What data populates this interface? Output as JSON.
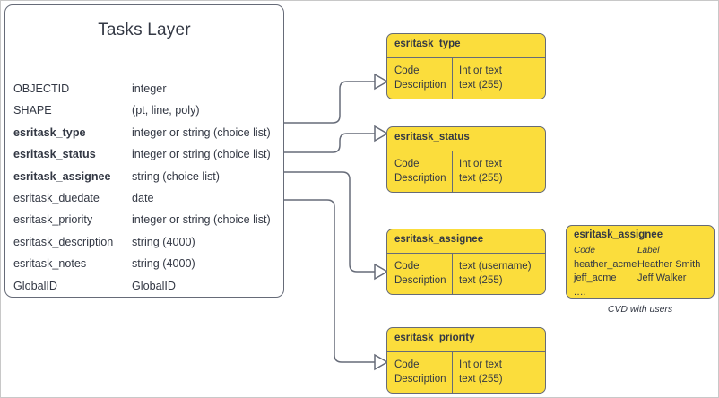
{
  "diagram": {
    "title": "Tasks Layer",
    "entity": {
      "name": "Tasks Layer",
      "fields": [
        {
          "name": "OBJECTID",
          "type": "integer",
          "bold": false
        },
        {
          "name": "SHAPE",
          "type": "(pt, line, poly)",
          "bold": false
        },
        {
          "name": "esritask_type",
          "type": "integer or string (choice list)",
          "bold": true
        },
        {
          "name": "esritask_status",
          "type": "integer or string (choice list)",
          "bold": true
        },
        {
          "name": "esritask_assignee",
          "type": "string (choice list)",
          "bold": true
        },
        {
          "name": "esritask_duedate",
          "type": "date",
          "bold": false
        },
        {
          "name": "esritask_priority",
          "type": "integer or string (choice list)",
          "bold": false
        },
        {
          "name": "esritask_description",
          "type": "string (4000)",
          "bold": false
        },
        {
          "name": "esritask_notes",
          "type": "string (4000)",
          "bold": false
        },
        {
          "name": "GlobalID",
          "type": "GlobalID",
          "bold": false
        }
      ]
    },
    "domains": [
      {
        "title": "esritask_type",
        "left_lines": [
          "Code",
          "Description"
        ],
        "right_lines": [
          "Int or text",
          "text (255)"
        ]
      },
      {
        "title": "esritask_status",
        "left_lines": [
          "Code",
          "Description"
        ],
        "right_lines": [
          "Int or text",
          "text (255)"
        ]
      },
      {
        "title": "esritask_assignee",
        "left_lines": [
          "Code",
          "Description"
        ],
        "right_lines": [
          "text  (username)",
          "text (255)"
        ]
      },
      {
        "title": "esritask_priority",
        "left_lines": [
          "Code",
          "Description"
        ],
        "right_lines": [
          "Int or text",
          "text (255)"
        ]
      }
    ],
    "cvd": {
      "title": "esritask_assignee",
      "code_header": "Code",
      "label_header": "Label",
      "rows": [
        {
          "code": "heather_acme",
          "label": "Heather Smith"
        },
        {
          "code": "jeff_acme",
          "label": "Jeff Walker"
        }
      ],
      "ellipsis": "....",
      "caption": "CVD with users"
    },
    "colors": {
      "domain_fill": "#fbdd3c",
      "stroke": "#666b78",
      "text": "#333844",
      "canvas": "#ffffff"
    }
  }
}
